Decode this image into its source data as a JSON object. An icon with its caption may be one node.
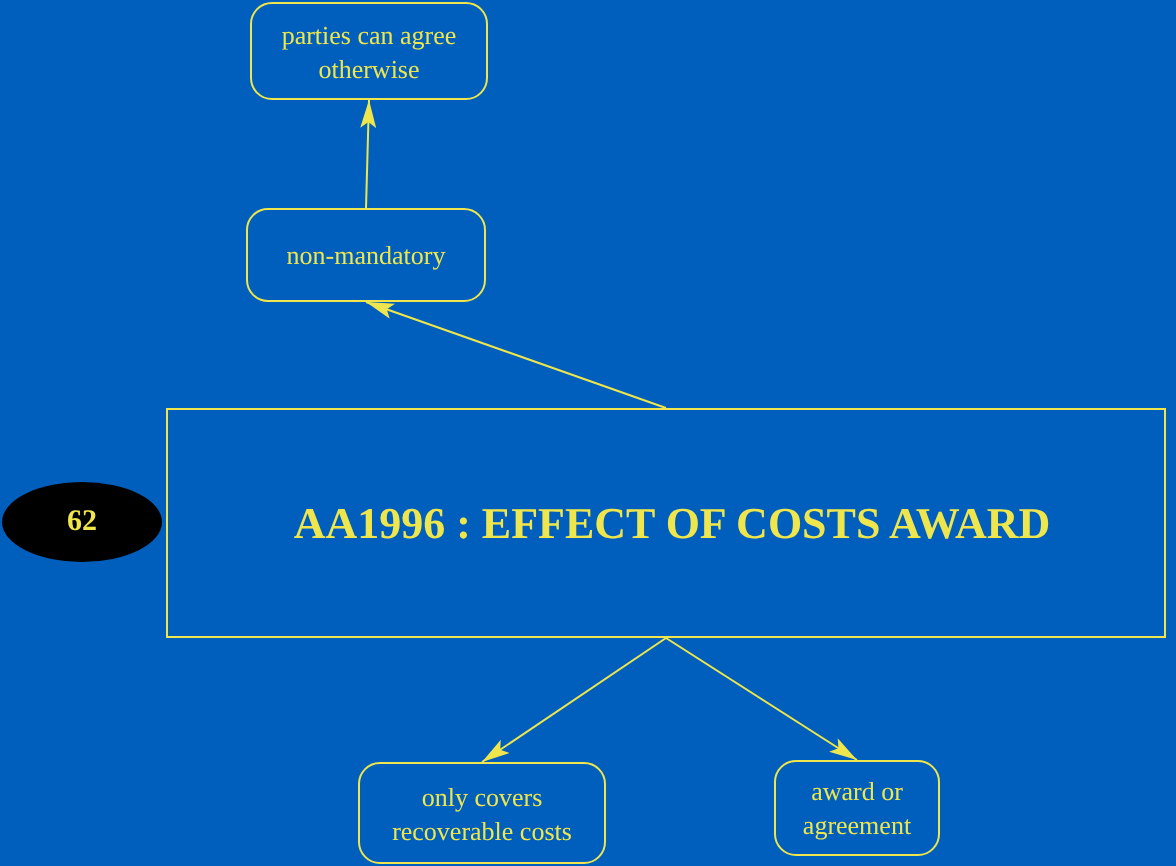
{
  "diagram": {
    "nodes": [
      {
        "text": [
          "parties can agree otherwise"
        ]
      },
      {
        "text": [
          "non-mandatory"
        ]
      },
      {
        "text": [
          "62"
        ]
      },
      {
        "text": [
          "AA1996 : EFFECT OF COSTS AWARD"
        ]
      },
      {
        "text": [
          "only covers recoverable costs"
        ]
      },
      {
        "text": [
          "award or agreement"
        ]
      }
    ],
    "edges": [
      {
        "from": 3,
        "to": 1,
        "arrow": "to"
      },
      {
        "from": 1,
        "to": 0,
        "arrow": "to"
      },
      {
        "from": 3,
        "to": 4,
        "arrow": "to"
      },
      {
        "from": 3,
        "to": 5,
        "arrow": "to"
      }
    ]
  }
}
